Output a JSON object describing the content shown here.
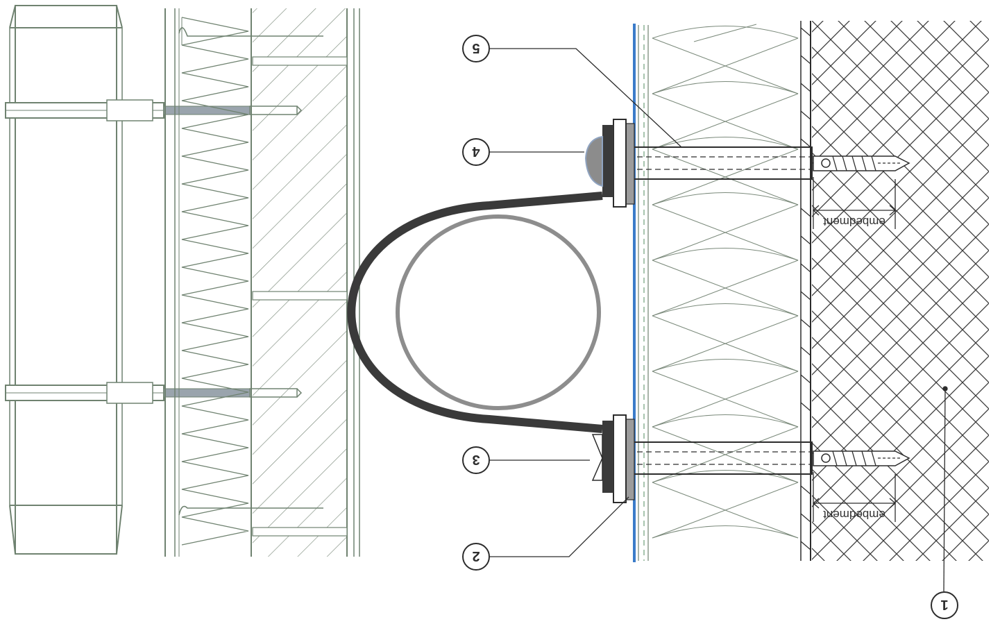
{
  "callouts": {
    "c1": "1",
    "c2": "2",
    "c3": "3",
    "c4": "4",
    "c5": "5"
  },
  "dimensions": {
    "embedment_upper": "embedment",
    "embedment_lower": "embedment"
  },
  "colors": {
    "line_green": "#6f8270",
    "line_dark": "#2c2c2c",
    "membrane_blue": "#3b7cc9",
    "clamp_dark": "#3a3a3a",
    "pipe_grey": "#8d8d8d",
    "accent_blue_grey": "#8fa3c0"
  }
}
